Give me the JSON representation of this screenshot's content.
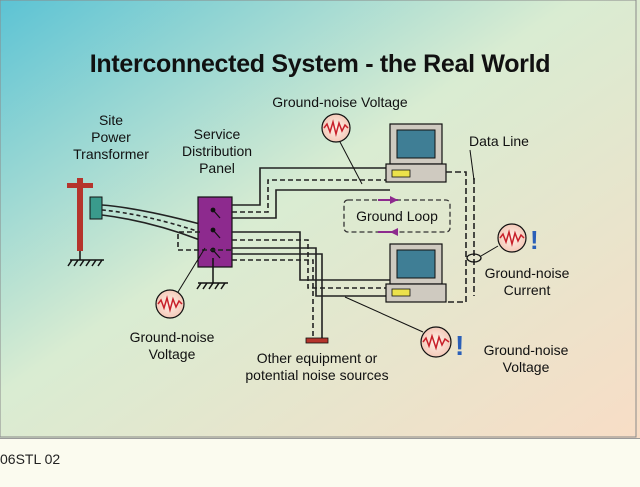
{
  "diagram": {
    "title": "Interconnected System - the Real World",
    "labels": {
      "site_power_transformer": "Site\nPower\nTransformer",
      "service_distribution_panel": "Service\nDistribution\nPanel",
      "ground_noise_voltage_top": "Ground-noise Voltage",
      "data_line": "Data Line",
      "ground_loop": "Ground Loop",
      "ground_noise_current": "Ground-noise\nCurrent",
      "ground_noise_voltage_left": "Ground-noise\nVoltage",
      "other_equipment": "Other equipment or\npotential noise sources",
      "ground_noise_voltage_right": "Ground-noise\nVoltage"
    },
    "alert_mark": "!"
  },
  "caption": "06STL 02"
}
